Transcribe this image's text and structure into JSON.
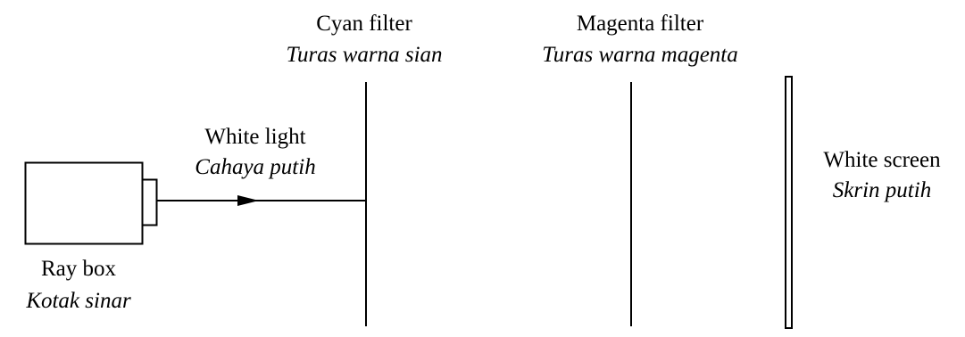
{
  "labels": {
    "cyan_filter": {
      "en": "Cyan filter",
      "ms": "Turas warna sian"
    },
    "magenta_filter": {
      "en": "Magenta filter",
      "ms": "Turas warna magenta"
    },
    "white_light": {
      "en": "White light",
      "ms": "Cahaya putih"
    },
    "white_screen": {
      "en": "White screen",
      "ms": "Skrin putih"
    },
    "ray_box": {
      "en": "Ray box",
      "ms": "Kotak sinar"
    }
  },
  "colors": {
    "stroke": "#000000",
    "background": "#ffffff"
  }
}
